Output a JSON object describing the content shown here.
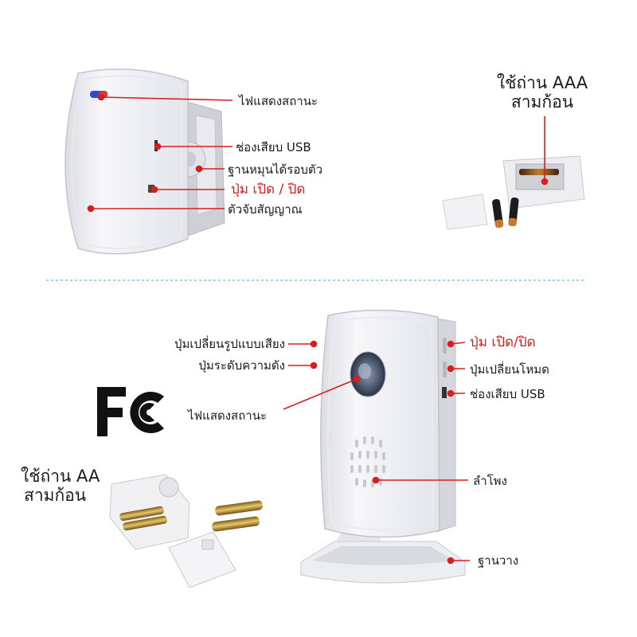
{
  "sensor": {
    "labels": {
      "status_light": "ไฟแสดงสถานะ",
      "usb_port": "ช่องเสียบ USB",
      "rotating_base": "ฐานหมุนได้รอบตัว",
      "power_button": "ปุ่ม เปิด / ปิด",
      "signal_sensor": "ตัวจับสัญญาณ"
    },
    "battery": {
      "line1": "ใช้ถ่าน AAA",
      "line2": "สามก้อน"
    }
  },
  "receiver": {
    "labels": {
      "sound_pattern_button": "ปุ่มเปลี่ยนรูปแบบเสียง",
      "volume_button": "ปุ่มระดับความดัง",
      "status_light": "ไฟแสดงสถานะ",
      "power_button": "ปุ่ม เปิด/ปิด",
      "mode_button": "ปุ่มเปลี่ยนโหมด",
      "usb_port": "ช่องเสียบ USB",
      "speaker": "ลำโพง",
      "stand": "ฐานวาง"
    },
    "battery": {
      "line1": "ใช้ถ่าน AA",
      "line2": "สามก้อน"
    }
  },
  "colors": {
    "accent_red": "#d81e1e",
    "divider": "#7ec8e3",
    "label_text": "#1a1a1a"
  },
  "icons": [
    "fcc-logo",
    "motion-sensor",
    "doorbell-receiver",
    "aaa-battery",
    "aa-battery"
  ]
}
